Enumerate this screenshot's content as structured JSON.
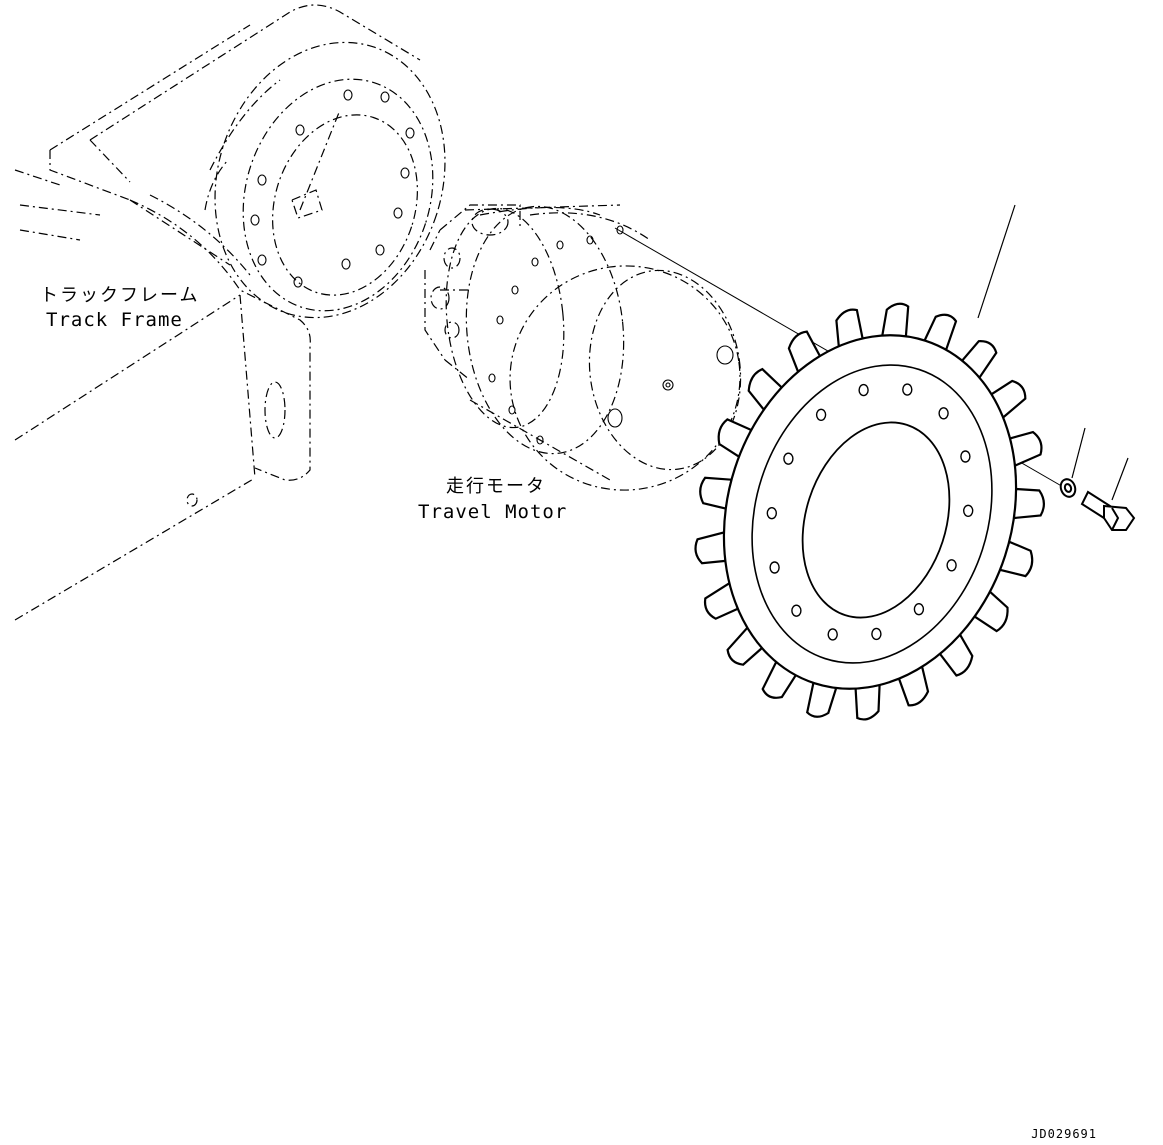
{
  "labels": {
    "track_frame_jp": "トラックフレーム",
    "track_frame_en": "Track Frame",
    "travel_motor_jp": "走行モータ",
    "travel_motor_en": "Travel Motor"
  },
  "drawing_id": "JD029691",
  "colors": {
    "line": "#000000",
    "background": "#ffffff"
  },
  "parts": {
    "sprocket_teeth": 21,
    "sprocket_bolt_holes": 14
  }
}
